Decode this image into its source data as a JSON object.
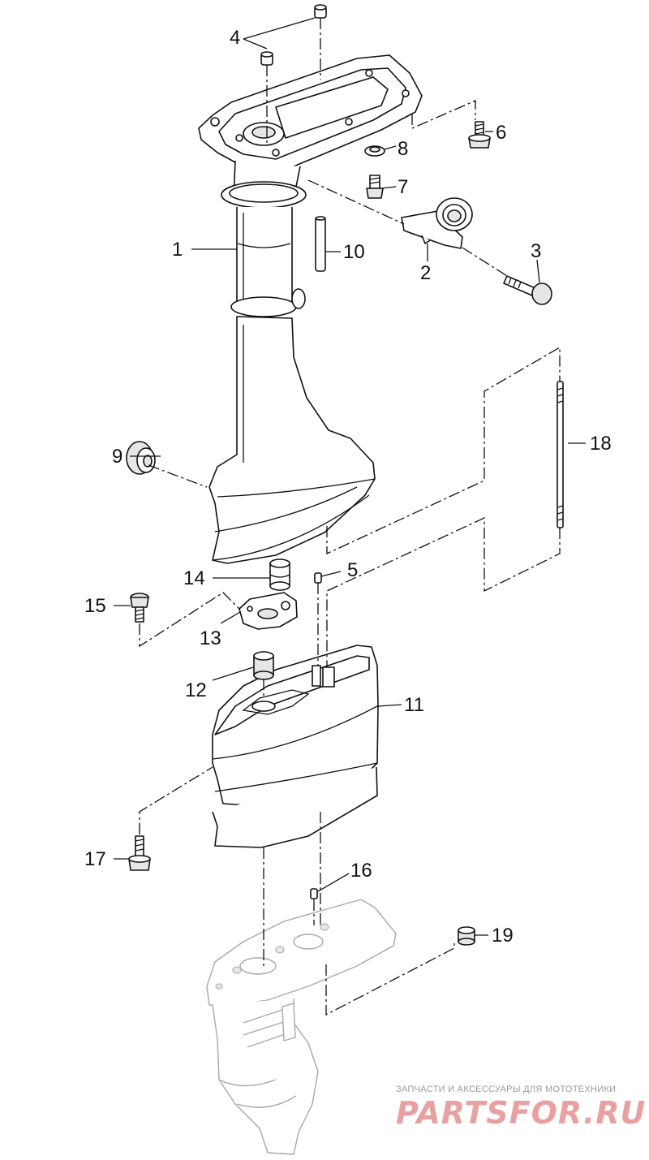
{
  "callouts": {
    "c1": "1",
    "c2": "2",
    "c3": "3",
    "c4": "4",
    "c5": "5",
    "c6": "6",
    "c7": "7",
    "c8": "8",
    "c9": "9",
    "c10": "10",
    "c11": "11",
    "c12": "12",
    "c13": "13",
    "c14": "14",
    "c15": "15",
    "c16": "16",
    "c17": "17",
    "c18": "18",
    "c19": "19"
  },
  "watermark": {
    "tagline": "ЗАПЧАСТИ И АКСЕССУАРЫ ДЛЯ МОТОТЕХНИКИ",
    "logo": "PARTSFOR.RU"
  }
}
